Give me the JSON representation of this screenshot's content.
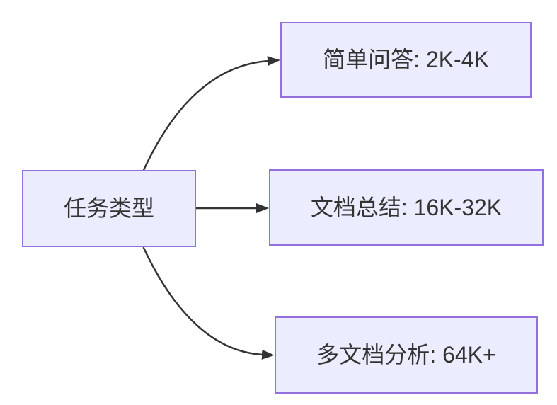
{
  "diagram": {
    "type": "flowchart-left-to-right",
    "colors": {
      "background": "#ffffff",
      "node_fill": "#ECECFF",
      "node_border": "#9370DB",
      "arrow": "#333333",
      "text": "#333333"
    },
    "root": {
      "label": "任务类型"
    },
    "branches": [
      {
        "label": "简单问答: 2K-4K"
      },
      {
        "label": "文档总结: 16K-32K"
      },
      {
        "label": "多文档分析: 64K+"
      }
    ]
  }
}
